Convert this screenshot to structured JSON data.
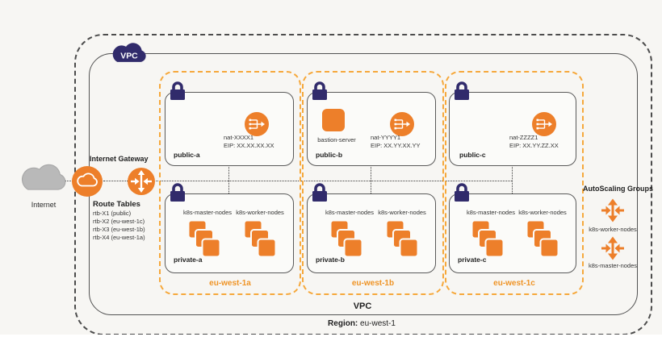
{
  "colors": {
    "accent_orange": "#ed7f2a",
    "az_border_orange": "#f6a83b",
    "zone_label_orange": "#ef9426",
    "navy": "#312b6b",
    "border_gray": "#4c4c4c",
    "internet_cloud_gray": "#b9b9b9",
    "background": "#f7f6f3"
  },
  "vpc": {
    "badge": "VPC",
    "bottom_label": "VPC"
  },
  "region": {
    "label_prefix": "Region:",
    "name": "eu-west-1"
  },
  "internet": {
    "label": "Internet"
  },
  "internet_gateway": {
    "label": "Internet Gateway"
  },
  "route_tables": {
    "title": "Route Tables",
    "entries": [
      "rtb-X1 (public)",
      "rtb-X2 (eu-west-1c)",
      "rtb-X3 (eu-west-1b)",
      "rtb-X4 (eu-west-1a)"
    ]
  },
  "zones": [
    {
      "name": "eu-west-1a",
      "public": {
        "label": "public-a",
        "nat_name": "nat-XXXX1",
        "nat_eip": "EIP: XX.XX.XX.XX"
      },
      "private": {
        "label": "private-a",
        "node_groups": [
          "k8s-master-nodes",
          "k8s-worker-nodes"
        ]
      }
    },
    {
      "name": "eu-west-1b",
      "public": {
        "label": "public-b",
        "bastion_label": "bastion-server",
        "nat_name": "nat-YYYY1",
        "nat_eip": "EIP: XX.YY.XX.YY"
      },
      "private": {
        "label": "private-b",
        "node_groups": [
          "k8s-master-nodes",
          "k8s-worker-nodes"
        ]
      }
    },
    {
      "name": "eu-west-1c",
      "public": {
        "label": "public-c",
        "nat_name": "nat-ZZZZ1",
        "nat_eip": "EIP: XX.YY.ZZ.XX"
      },
      "private": {
        "label": "private-c",
        "node_groups": [
          "k8s-master-nodes",
          "k8s-worker-nodes"
        ]
      }
    }
  ],
  "autoscaling": {
    "title": "AutoScaling Groups",
    "groups": [
      "k8s-worker-nodes",
      "k8s-master-nodes"
    ]
  }
}
